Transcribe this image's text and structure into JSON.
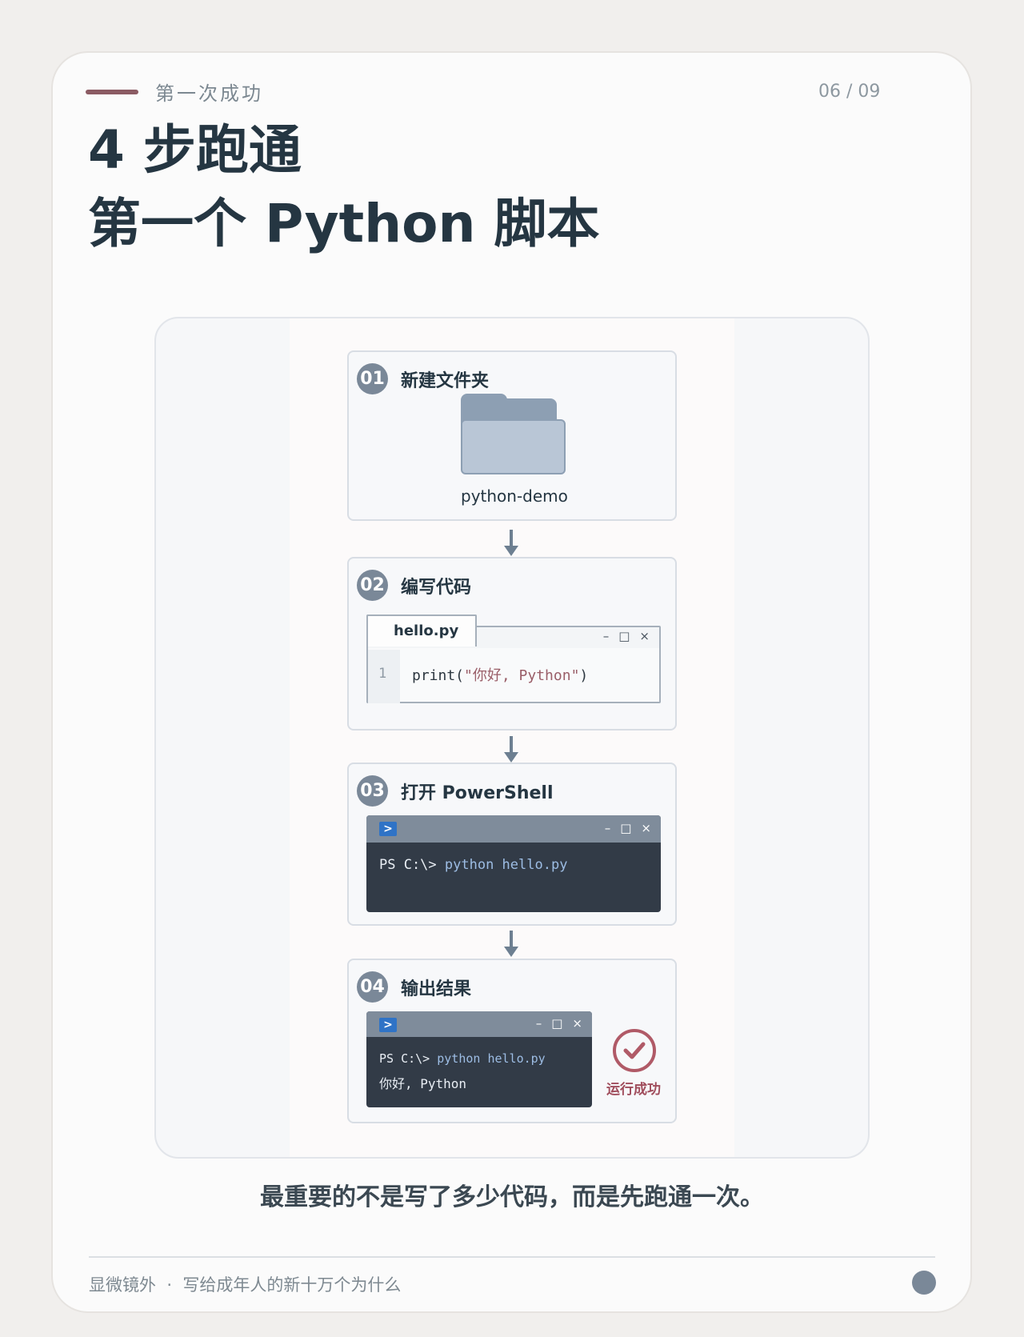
{
  "header": {
    "kicker": "第一次成功",
    "page_indicator": "06 / 09",
    "title_line1": "4 步跑通",
    "title_line2": "第一个 Python 脚本"
  },
  "steps": [
    {
      "number": "01",
      "title": "新建文件夹",
      "icon": "folder-icon",
      "folder_name": "python-demo"
    },
    {
      "number": "02",
      "title": "编写代码",
      "editor": {
        "tab": "hello.py",
        "line_number": "1",
        "code_prefix": "print(",
        "code_string": "\"你好, Python\"",
        "code_suffix": ")"
      }
    },
    {
      "number": "03",
      "title": "打开 PowerShell",
      "terminal": {
        "prompt": "PS C:\\>",
        "command": "python hello.py"
      }
    },
    {
      "number": "04",
      "title": "输出结果",
      "terminal": {
        "prompt": "PS C:\\>",
        "command": "python hello.py",
        "output": "你好, Python"
      },
      "status": "运行成功"
    }
  ],
  "window_controls": {
    "minimize": "–",
    "maximize": "□",
    "close": "×"
  },
  "caption": "最重要的不是写了多少代码，而是先跑通一次。",
  "footer": {
    "brand": "显微镜外",
    "separator": "·",
    "tagline": "写给成年人的新十万个为什么"
  },
  "colors": {
    "accent": "#8b5b63",
    "step_badge": "#7a8898",
    "terminal_bg": "#323b47",
    "success": "#b05a67"
  }
}
